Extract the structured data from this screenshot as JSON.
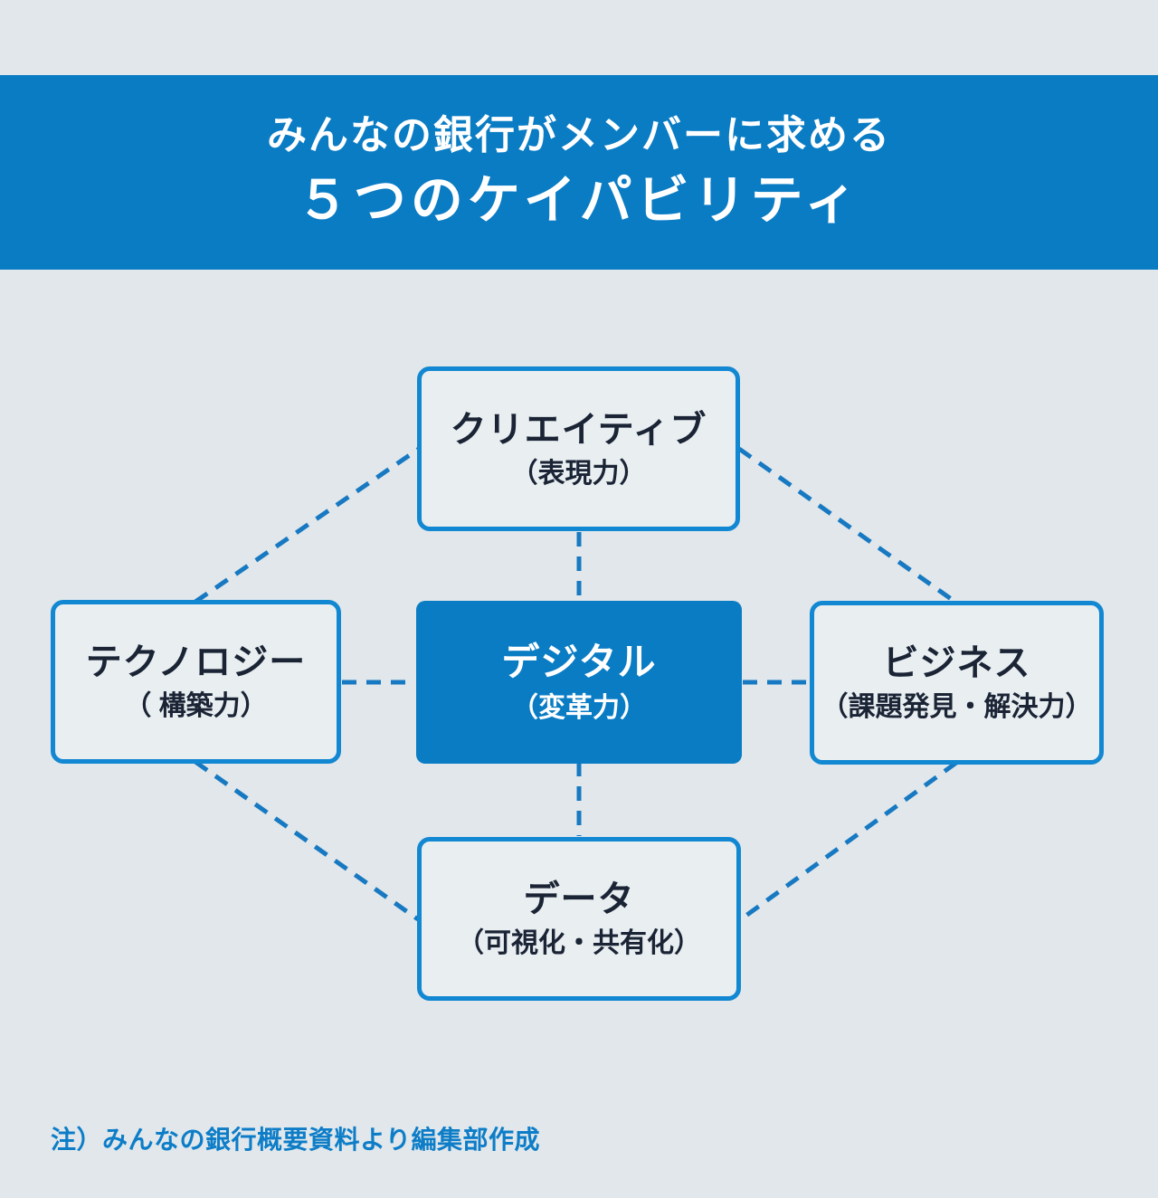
{
  "header": {
    "title_line1": "みんなの銀行がメンバーに求める",
    "title_line2": "５つのケイパビリティ",
    "bg_color": "#0a7cc4",
    "text_color": "#ffffff"
  },
  "diagram": {
    "type": "relationship-diamond",
    "connector_style": "dashed",
    "connector_color": "#1779c2",
    "box_border_color": "#1287d2",
    "box_fill_color": "#e9eef1",
    "accent_fill_color": "#0a7cc4",
    "box_text_color": "#1a2435",
    "nodes": [
      {
        "id": "creative",
        "position": "top",
        "label": "クリエイティブ",
        "sublabel": "（表現力）",
        "variant": "outline"
      },
      {
        "id": "technology",
        "position": "left",
        "label": "テクノロジー",
        "sublabel": "（ 構築力）",
        "variant": "outline"
      },
      {
        "id": "digital",
        "position": "center",
        "label": "デジタル",
        "sublabel": "（変革力）",
        "variant": "filled"
      },
      {
        "id": "business",
        "position": "right",
        "label": "ビジネス",
        "sublabel": "（課題発見・解決力）",
        "variant": "outline"
      },
      {
        "id": "data",
        "position": "bottom",
        "label": "データ",
        "sublabel": "（可視化・共有化）",
        "variant": "outline"
      }
    ],
    "connections": [
      "technology-creative",
      "creative-business",
      "technology-data",
      "business-data",
      "creative-digital",
      "digital-data",
      "technology-digital",
      "digital-business"
    ]
  },
  "footnote": {
    "text": "注）みんなの銀行概要資料より編集部作成",
    "color": "#0d7dc8"
  }
}
